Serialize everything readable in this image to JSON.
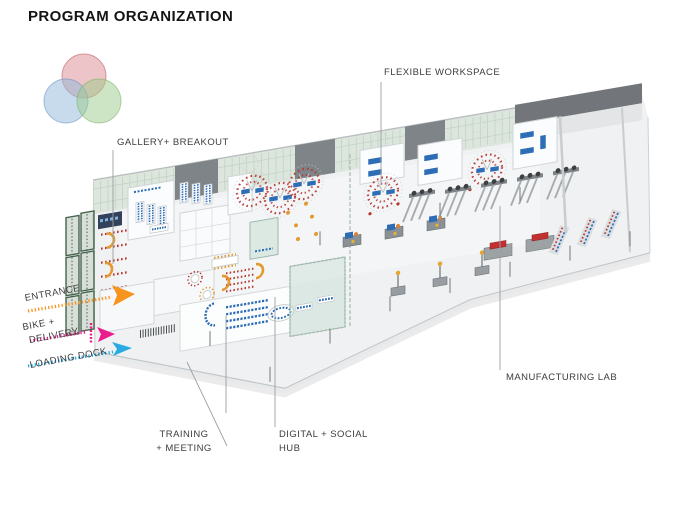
{
  "title": "PROGRAM ORGANIZATION",
  "labels": {
    "flexible_workspace": "FLEXIBLE WORKSPACE",
    "gallery_breakout": "GALLERY+ BREAKOUT",
    "manufacturing_lab": "MANUFACTURING LAB",
    "training_line1": "TRAINING",
    "training_line2": "+ MEETING",
    "digital_hub_line1": "DIGITAL + SOCIAL",
    "digital_hub_line2": "HUB",
    "entrance": "ENTRANCE",
    "bike_line1": "BIKE +",
    "bike_line2": "DELIVERY",
    "loading_dock": "LOADING DOCK"
  },
  "colors": {
    "entrance_arrow": "#F7941E",
    "bike_delivery_arrow": "#EC1C8D",
    "loading_dock_arrow": "#29ABE2",
    "venn_red": "#DB8A90",
    "venn_blue": "#8FB7DC",
    "venn_green": "#9BCB89",
    "glass_wall": "#DCE6DC",
    "wall_panel_gray": "#7E8487",
    "furniture_red": "#B5342E",
    "furniture_blue": "#2D6DB5",
    "furniture_yellow": "#E3992F",
    "machine_gray": "#8B9094"
  }
}
